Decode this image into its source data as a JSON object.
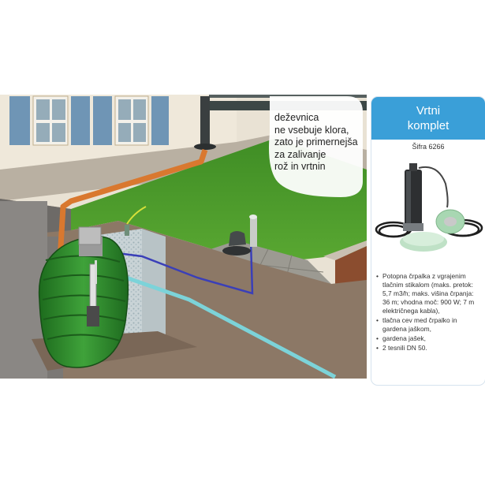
{
  "callout": {
    "lines": [
      "deževnica",
      "ne vsebuje klora,",
      "zato je primernejša",
      "za zalivanje",
      "rož in vrtnin"
    ]
  },
  "panel": {
    "title_lines": [
      "Vrtni",
      "komplet"
    ],
    "code": "Šifra 6266",
    "items": [
      "Potopna črpalka z vgrajenim tlačnim stikalom (maks. pretok: 5,7 m3/h; maks. višina črpanja: 36 m; vhodna moč: 900 W; 7 m električnega kabla),",
      "tlačna cev med črpalko in gardena jaškom,",
      "gardena jašek,",
      "2 tesnili DN 50."
    ]
  },
  "colors": {
    "panel_header": "#3a9fd8",
    "tank": "#2f8a2c",
    "lawn": "#4d9a2b",
    "pipe_orange": "#d9782f",
    "pipe_cyan": "#7cd3d9",
    "hose_blue": "#3a3fb8"
  }
}
